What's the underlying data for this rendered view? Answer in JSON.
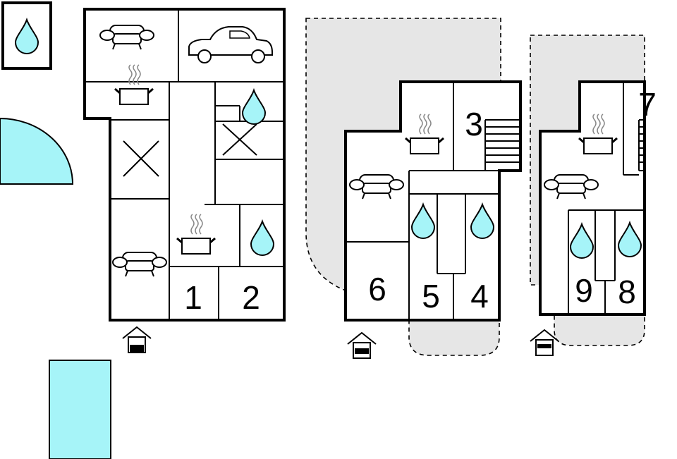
{
  "colors": {
    "wall": "#000000",
    "water": "#a6f4f8",
    "terrace": "#e6e6e6",
    "background": "#ffffff"
  },
  "rooms": {
    "r1": "1",
    "r2": "2",
    "r3": "3",
    "r4": "4",
    "r5": "5",
    "r6": "6",
    "r7": "7",
    "r8": "8",
    "r9": "9"
  },
  "icons": [
    "water-drop-icon",
    "sofa-icon",
    "car-icon",
    "cooking-pot-icon",
    "twin-beds-cross-icon",
    "stairs-icon",
    "entrance-icon",
    "pool-icon"
  ]
}
